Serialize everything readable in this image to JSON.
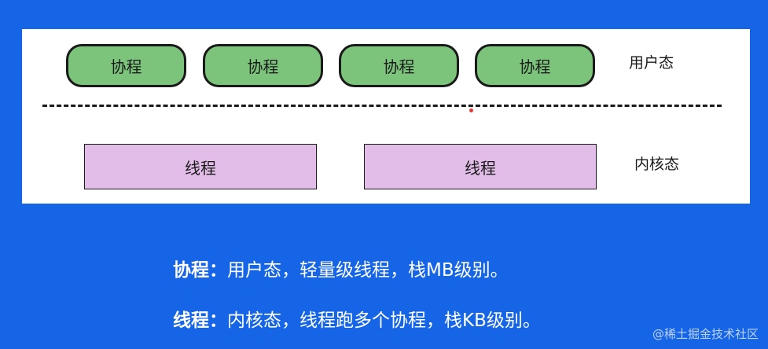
{
  "diagram": {
    "coroutines": [
      "协程",
      "协程",
      "协程",
      "协程"
    ],
    "user_space_label": "用户态",
    "threads": [
      "线程",
      "线程"
    ],
    "kernel_space_label": "内核态"
  },
  "captions": [
    {
      "term": "协程：",
      "text": "用户态，轻量级线程，栈MB级别。"
    },
    {
      "term": "线程：",
      "text": "内核态，线程跑多个协程，栈KB级别。"
    }
  ],
  "watermark": "@稀土掘金技术社区",
  "colors": {
    "background": "#1565e6",
    "coroutine_fill": "#7cc47c",
    "thread_fill": "#e2bde8"
  }
}
